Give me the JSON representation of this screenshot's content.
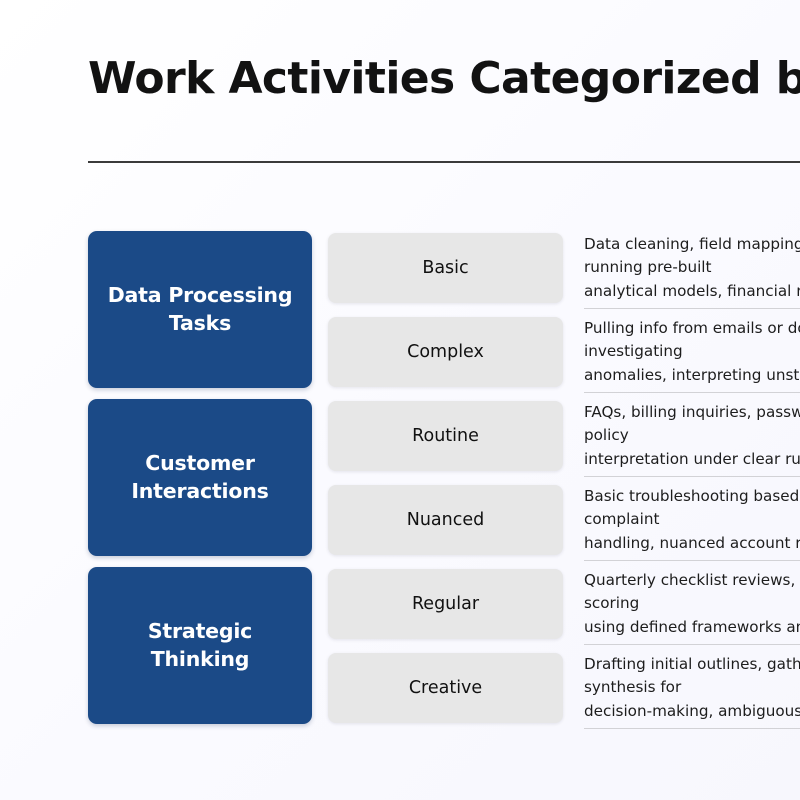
{
  "header": {
    "title": "Work Activities Categorized by Level",
    "divider_color": "#3b3b3b"
  },
  "theme": {
    "background": "#fafaff",
    "category_color": "#1b4a87",
    "category_text_color": "#ffffff",
    "level_chip_color": "#e7e7e7",
    "level_text_color": "#111111",
    "description_text_color": "#1d1d1d",
    "separator_color": "#d2d2d6"
  },
  "matrix": {
    "groups": [
      {
        "category": "Data\nProcessing\nTasks",
        "rows": [
          {
            "level": "Basic",
            "description": "Data cleaning, field mapping, standard report generation, running pre-built\nanalytical models, financial reconciliation"
          },
          {
            "level": "Complex",
            "description": "Pulling info from emails or documents with varied formats, investigating\nanomalies, interpreting unstructured data"
          }
        ]
      },
      {
        "category": "Customer\nInteractions",
        "rows": [
          {
            "level": "Routine",
            "description": "FAQs, billing inquiries, password resets, order status, basic policy\ninterpretation under clear rules"
          },
          {
            "level": "Nuanced",
            "description": "Basic troubleshooting based on documented procedures, complaint\nhandling, nuanced account research"
          }
        ]
      },
      {
        "category": "Strategic\nThinking",
        "rows": [
          {
            "level": "Regular",
            "description": "Quarterly checklist reviews, weekly status summaries, risk scoring\nusing defined frameworks and templates"
          },
          {
            "level": "Creative",
            "description": "Drafting initial outlines, gathering supporting research, synthesis for\ndecision-making, ambiguous problem framing"
          }
        ]
      }
    ]
  }
}
